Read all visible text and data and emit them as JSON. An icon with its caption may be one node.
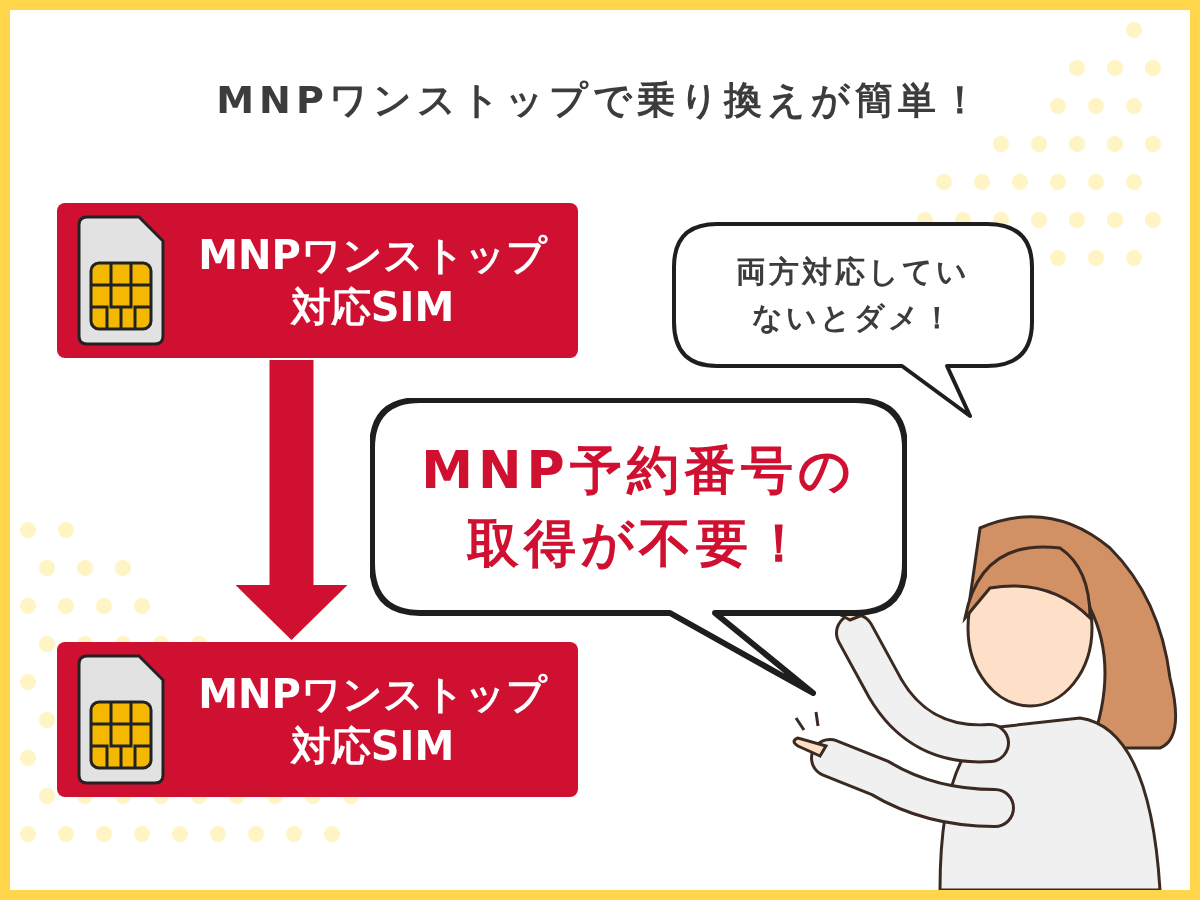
{
  "diagram": {
    "title": "MNPワンストップで乗り換えが簡単！",
    "nodes": [
      {
        "text": [
          "MNPワンストップ対応SIM"
        ]
      },
      {
        "text": [
          "MNPワンストップ対応SIM"
        ]
      },
      {
        "text": [
          "両方対応していないとダメ！"
        ]
      },
      {
        "text": [
          "MNP予約番号の取得が不要！"
        ]
      }
    ],
    "edges": [
      {
        "from": 0,
        "to": 1,
        "arrow": "to"
      }
    ]
  }
}
